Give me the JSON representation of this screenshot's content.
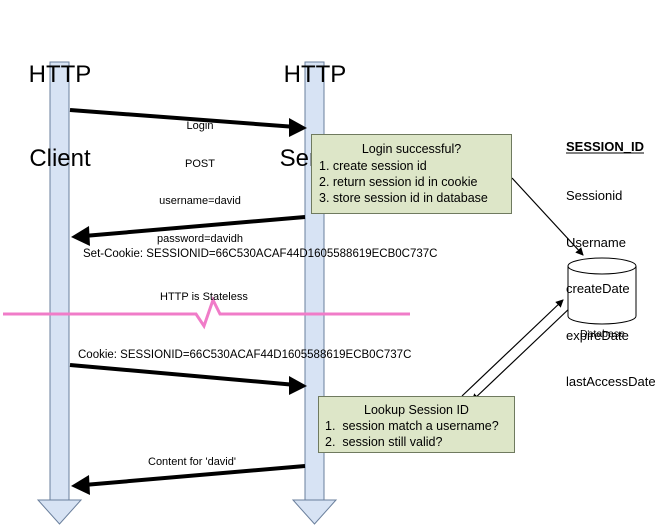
{
  "client": {
    "title_line1": "HTTP",
    "title_line2": "Client"
  },
  "server": {
    "title_line1": "HTTP",
    "title_line2": "Server"
  },
  "login_request": {
    "lines": [
      "Login",
      "POST",
      "username=david",
      "password=davidh"
    ]
  },
  "login_box": {
    "title": "Login successful?",
    "items": [
      "1. create session id",
      "2. return session id in cookie",
      "3. store session id in database"
    ]
  },
  "set_cookie": "Set-Cookie: SESSIONID=66C530ACAF44D1605588619ECB0C737C",
  "stateless": "HTTP is Stateless",
  "cookie": "Cookie: SESSIONID=66C530ACAF44D1605588619ECB0C737C",
  "lookup_box": {
    "title": "Lookup Session ID",
    "items": [
      "1.  session match a username?",
      "2.  session still valid?"
    ]
  },
  "content_response": "Content for 'david'",
  "database": {
    "label": "Database"
  },
  "session_table": {
    "title": "SESSION_ID",
    "fields": [
      "Sessionid",
      "Username",
      "createDate",
      "expireDate",
      "lastAccessDate"
    ]
  },
  "colors": {
    "lifeline_fill": "#d7e3f4",
    "lifeline_stroke": "#6a7f9c",
    "box_fill": "#dde6c8",
    "break_line": "#f07cc8"
  }
}
